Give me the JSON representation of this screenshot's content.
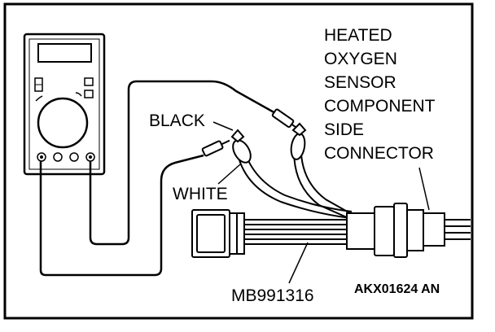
{
  "labels": {
    "title_lines": [
      "HEATED",
      "OXYGEN",
      "SENSOR",
      "COMPONENT",
      "SIDE",
      "CONNECTOR"
    ],
    "black": "BLACK",
    "white": "WHITE",
    "tool": "MB991316",
    "code": "AKX01624 AN"
  },
  "colors": {
    "ink": "#000000",
    "paper": "#ffffff",
    "wire_fill": "#ffffff"
  },
  "icons": {
    "multimeter": "multimeter-icon",
    "probe": "probe-clip-icon",
    "connector": "connector-icon"
  }
}
